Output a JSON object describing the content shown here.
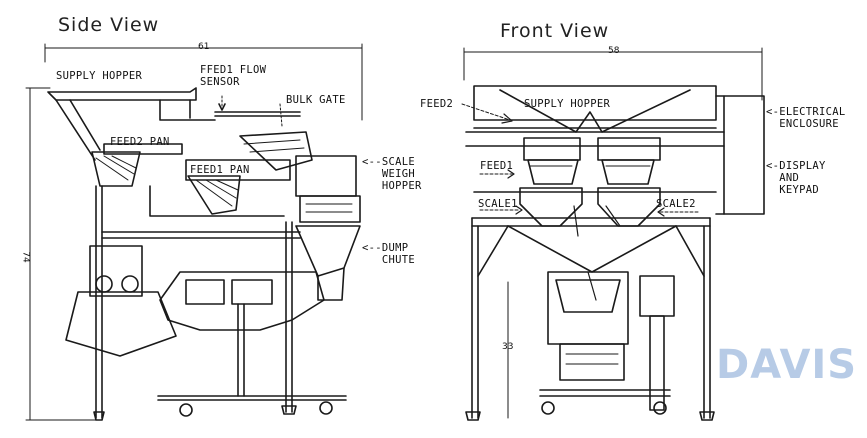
{
  "side_view": {
    "title": "Side View",
    "overall_width": "61",
    "overall_height": "74",
    "labels": {
      "supply_hopper": "SUPPLY HOPPER",
      "feed1_flow_sensor": "FFED1 FLOW\nSENSOR",
      "bulk_gate": "BULK GATE",
      "feed2_pan": "FEED2 PAN",
      "feed1_pan": "FEED1 PAN",
      "scale_weigh_hopper": "<--SCALE\n   WEIGH\n   HOPPER",
      "dump_chute": "<--DUMP\n   CHUTE"
    }
  },
  "front_view": {
    "title": "Front View",
    "overall_width": "58",
    "table_height": "33",
    "labels": {
      "feed2": "FEED2",
      "supply_hopper": "SUPPLY HOPPER",
      "feed1": "FEED1",
      "scale1": "SCALE1",
      "scale2": "SCALE2",
      "electrical_enclosure": "<-ELECTRICAL\n  ENCLOSURE",
      "display_keypad": "<-DISPLAY\n  AND\n  KEYPAD"
    }
  },
  "watermark": "DAVIS"
}
